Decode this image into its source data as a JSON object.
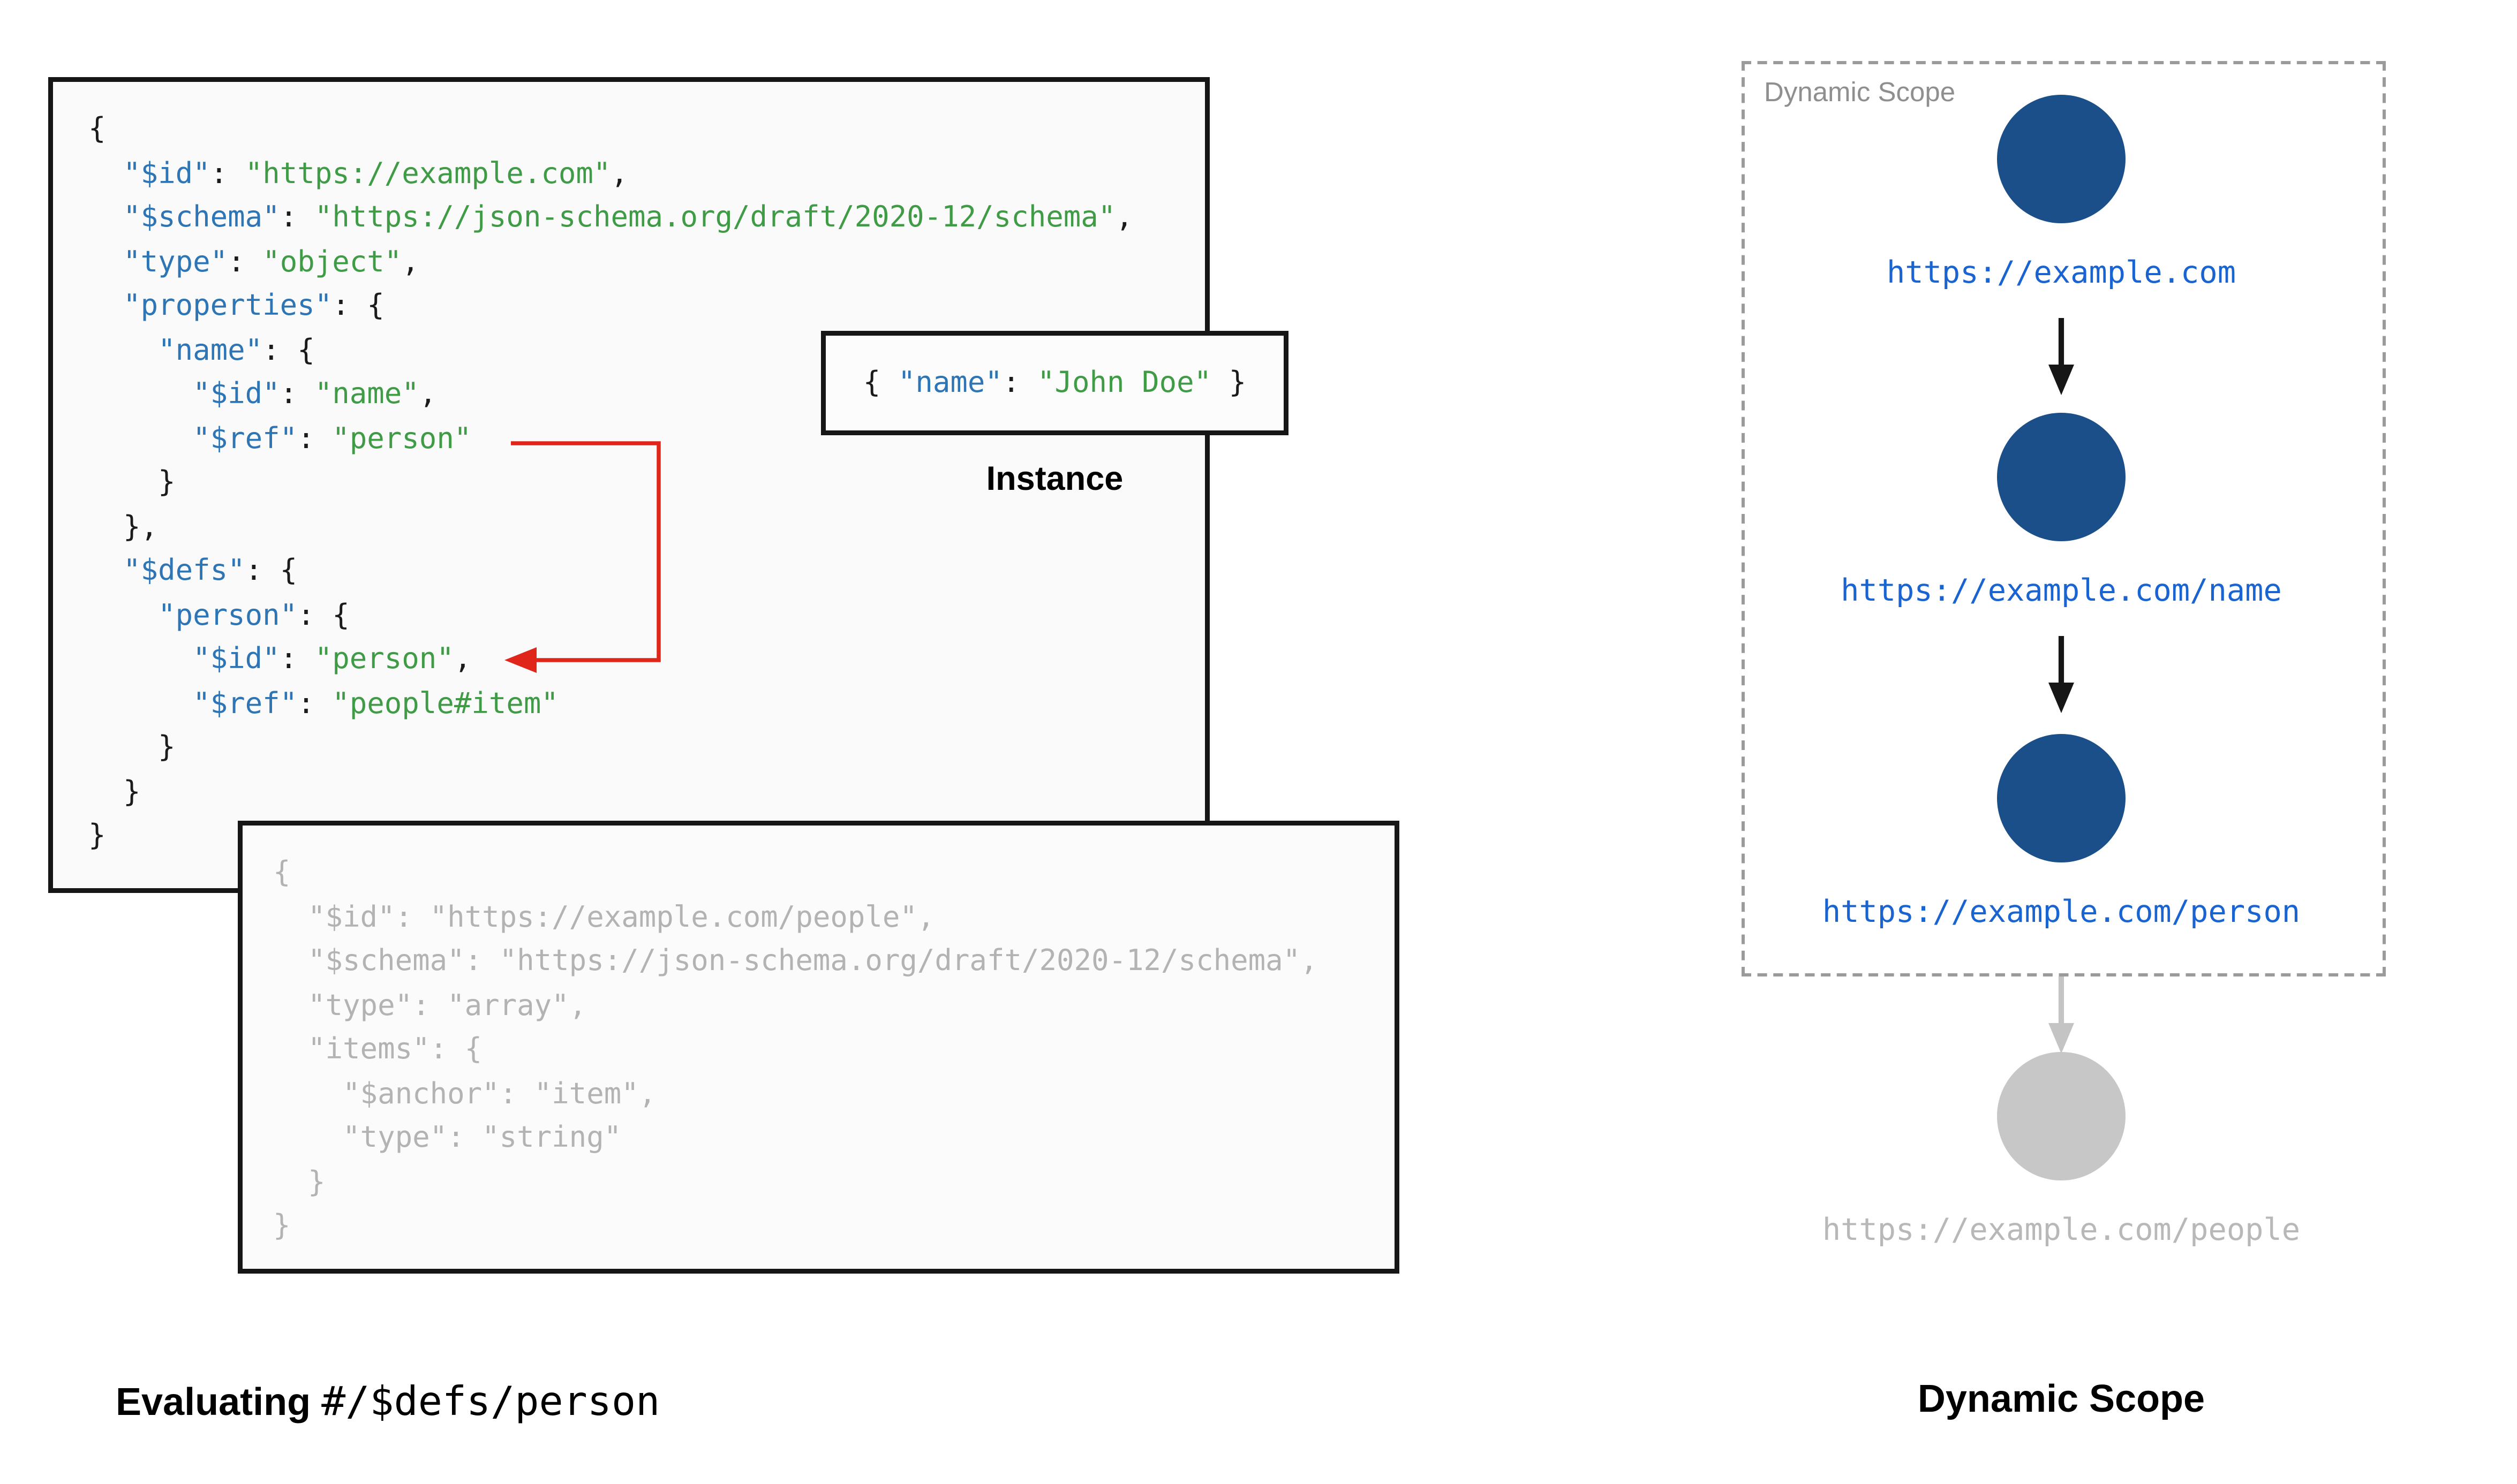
{
  "colors": {
    "key": "#2e75b5",
    "string": "#3f9b45",
    "plain": "#1b1b1b",
    "muted_code": "#b3b3b3",
    "link": "#1a64d2",
    "muted_label": "#b8b8b8",
    "node_active": "#1b4f8a",
    "node_inactive": "#c7c7c7",
    "muted_arrow": "#c4c4c4",
    "arrow_red": "#e0251b"
  },
  "main_schema": {
    "lines": [
      [
        {
          "t": "{",
          "c": "p"
        }
      ],
      [
        {
          "t": "  ",
          "c": "p"
        },
        {
          "t": "\"$id\"",
          "c": "k"
        },
        {
          "t": ": ",
          "c": "p"
        },
        {
          "t": "\"https://example.com\"",
          "c": "s"
        },
        {
          "t": ",",
          "c": "p"
        }
      ],
      [
        {
          "t": "  ",
          "c": "p"
        },
        {
          "t": "\"$schema\"",
          "c": "k"
        },
        {
          "t": ": ",
          "c": "p"
        },
        {
          "t": "\"https://json-schema.org/draft/2020-12/schema\"",
          "c": "s"
        },
        {
          "t": ",",
          "c": "p"
        }
      ],
      [
        {
          "t": "  ",
          "c": "p"
        },
        {
          "t": "\"type\"",
          "c": "k"
        },
        {
          "t": ": ",
          "c": "p"
        },
        {
          "t": "\"object\"",
          "c": "s"
        },
        {
          "t": ",",
          "c": "p"
        }
      ],
      [
        {
          "t": "  ",
          "c": "p"
        },
        {
          "t": "\"properties\"",
          "c": "k"
        },
        {
          "t": ": {",
          "c": "p"
        }
      ],
      [
        {
          "t": "    ",
          "c": "p"
        },
        {
          "t": "\"name\"",
          "c": "k"
        },
        {
          "t": ": {",
          "c": "p"
        }
      ],
      [
        {
          "t": "      ",
          "c": "p"
        },
        {
          "t": "\"$id\"",
          "c": "k"
        },
        {
          "t": ": ",
          "c": "p"
        },
        {
          "t": "\"name\"",
          "c": "s"
        },
        {
          "t": ",",
          "c": "p"
        }
      ],
      [
        {
          "t": "      ",
          "c": "p"
        },
        {
          "t": "\"$ref\"",
          "c": "k"
        },
        {
          "t": ": ",
          "c": "p"
        },
        {
          "t": "\"person\"",
          "c": "s"
        }
      ],
      [
        {
          "t": "    }",
          "c": "p"
        }
      ],
      [
        {
          "t": "  },",
          "c": "p"
        }
      ],
      [
        {
          "t": "  ",
          "c": "p"
        },
        {
          "t": "\"$defs\"",
          "c": "k"
        },
        {
          "t": ": {",
          "c": "p"
        }
      ],
      [
        {
          "t": "    ",
          "c": "p"
        },
        {
          "t": "\"person\"",
          "c": "k"
        },
        {
          "t": ": {",
          "c": "p"
        }
      ],
      [
        {
          "t": "      ",
          "c": "p"
        },
        {
          "t": "\"$id\"",
          "c": "k"
        },
        {
          "t": ": ",
          "c": "p"
        },
        {
          "t": "\"person\"",
          "c": "s"
        },
        {
          "t": ",",
          "c": "p"
        }
      ],
      [
        {
          "t": "      ",
          "c": "p"
        },
        {
          "t": "\"$ref\"",
          "c": "k"
        },
        {
          "t": ": ",
          "c": "p"
        },
        {
          "t": "\"people#item\"",
          "c": "s"
        }
      ],
      [
        {
          "t": "    }",
          "c": "p"
        }
      ],
      [
        {
          "t": "  }",
          "c": "p"
        }
      ],
      [
        {
          "t": "}",
          "c": "p"
        }
      ]
    ]
  },
  "instance": {
    "label": "Instance",
    "lines": [
      [
        {
          "t": "{ ",
          "c": "p"
        },
        {
          "t": "\"name\"",
          "c": "k"
        },
        {
          "t": ": ",
          "c": "p"
        },
        {
          "t": "\"John Doe\"",
          "c": "s"
        },
        {
          "t": " }",
          "c": "p"
        }
      ]
    ]
  },
  "people_schema": {
    "lines": [
      [
        {
          "t": "{",
          "c": "m"
        }
      ],
      [
        {
          "t": "  \"$id\": \"https://example.com/people\",",
          "c": "m"
        }
      ],
      [
        {
          "t": "  \"$schema\": \"https://json-schema.org/draft/2020-12/schema\",",
          "c": "m"
        }
      ],
      [
        {
          "t": "  \"type\": \"array\",",
          "c": "m"
        }
      ],
      [
        {
          "t": "  \"items\": {",
          "c": "m"
        }
      ],
      [
        {
          "t": "    \"$anchor\": \"item\",",
          "c": "m"
        }
      ],
      [
        {
          "t": "    \"type\": \"string\"",
          "c": "m"
        }
      ],
      [
        {
          "t": "  }",
          "c": "m"
        }
      ],
      [
        {
          "t": "}",
          "c": "m"
        }
      ]
    ]
  },
  "evaluating_caption": {
    "prefix": "Evaluating ",
    "pointer": "#/$defs/person"
  },
  "dynamic_scope": {
    "box_label": "Dynamic Scope",
    "caption": "Dynamic Scope",
    "nodes": [
      {
        "label": "https://example.com",
        "state": "active"
      },
      {
        "label": "https://example.com/name",
        "state": "active"
      },
      {
        "label": "https://example.com/person",
        "state": "active"
      },
      {
        "label": "https://example.com/people",
        "state": "inactive"
      }
    ]
  }
}
